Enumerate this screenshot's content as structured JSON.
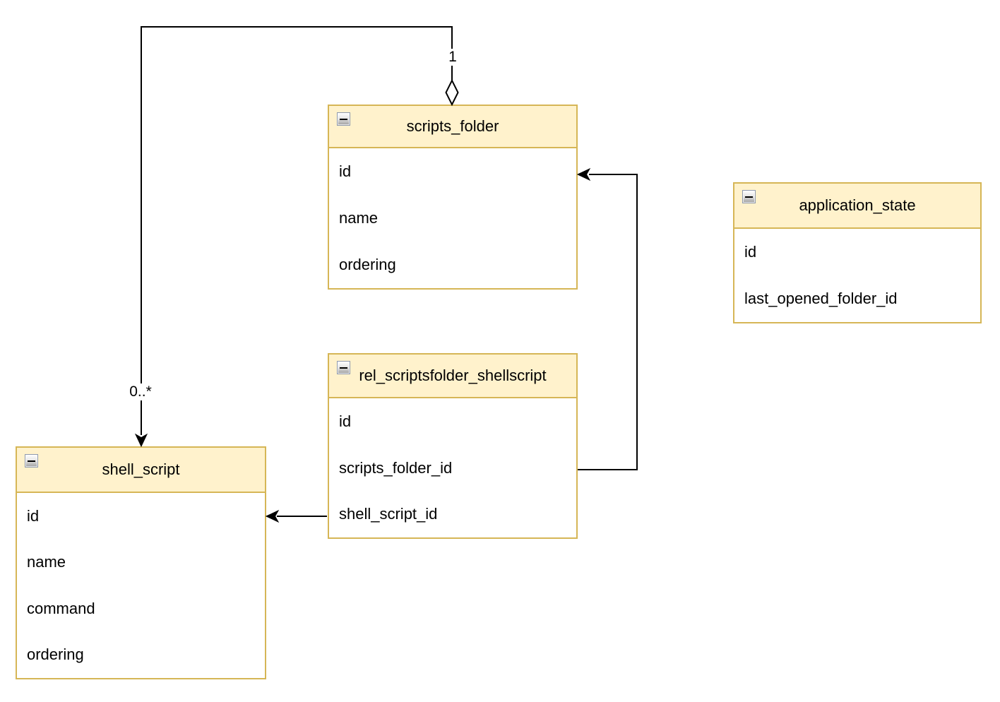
{
  "diagram": {
    "type": "entity-relationship",
    "colors": {
      "background": "#FFFFFF",
      "header_fill": "#FFF2CC",
      "table_border": "#D6B656",
      "connector": "#000000",
      "text": "#000000"
    },
    "icons": {
      "collapse": "minus-box-icon"
    }
  },
  "tables": [
    {
      "title": "scripts_folder",
      "fields": [
        "id",
        "name",
        "ordering"
      ]
    },
    {
      "title": "application_state",
      "fields": [
        "id",
        "last_opened_folder_id"
      ]
    },
    {
      "title": "rel_scriptsfolder_shellscript",
      "fields": [
        "id",
        "scripts_folder_id",
        "shell_script_id"
      ]
    },
    {
      "title": "shell_script",
      "fields": [
        "id",
        "name",
        "command",
        "ordering"
      ]
    }
  ],
  "connections": [
    {
      "from": "scripts_folder",
      "to": "shell_script",
      "source_marker": "hollow-diamond",
      "target_marker": "solid-arrow",
      "source_label": "1",
      "target_label": "0..*"
    },
    {
      "from": "rel_scriptsfolder_shellscript.scripts_folder_id",
      "to": "scripts_folder.id",
      "target_marker": "solid-arrow"
    },
    {
      "from": "rel_scriptsfolder_shellscript.shell_script_id",
      "to": "shell_script.id",
      "target_marker": "solid-arrow"
    }
  ]
}
